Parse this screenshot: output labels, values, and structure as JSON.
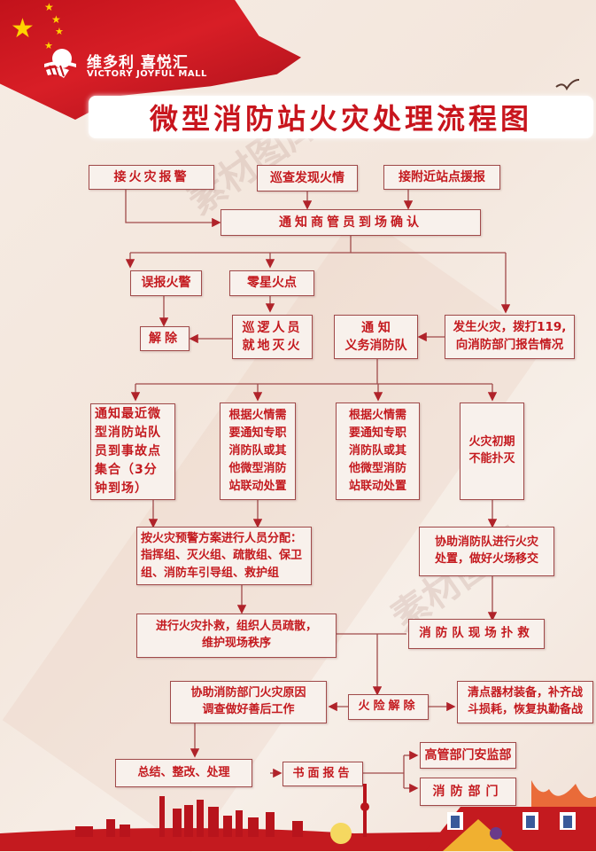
{
  "brand": {
    "name_cn": "维多利 喜悦汇",
    "name_en": "VICTORY   JOYFUL MALL"
  },
  "title": "微型消防站火灾处理流程图",
  "watermark": "素材图库",
  "colors": {
    "accent_red": "#c41a1f",
    "line": "#a04a4a",
    "box_bg": "#f8f1ec",
    "flag_red": "#d81e26",
    "star_yellow": "#ffd200"
  },
  "flowchart": {
    "row1": {
      "receive_alarm": "接火灾报警",
      "patrol_find": "巡查发现火情",
      "nearby_report": "接附近站点援报"
    },
    "notify_manager": "通知商管员到场确认",
    "row3": {
      "false_alarm": "误报火警",
      "small_fire": "零星火点"
    },
    "dismiss": "解除",
    "patrol_extinguish": "巡逻人员\n就地灭火",
    "notify_volunteer": "通  知\n义务消防队",
    "call_119": "发生火灾，拨打119,\n向消防部门报告情况",
    "row5": {
      "notify_nearest": "通知最近微\n型消防站队\n员到事故点\n集合（3分\n钟到场）",
      "linkage_a": "根据火情需\n要通知专职\n消防队或其\n他微型消防\n站联动处置",
      "linkage_b": "根据火情需\n要通知专职\n消防队或其\n他微型消防\n站联动处置",
      "cannot_extinguish": "火灾初期\n不能扑灭"
    },
    "assign_personnel": "按火灾预警方案进行人员分配：\n指挥组、灭火组、疏散组、保卫\n组、消防车引导组、救护组",
    "assist_fire_team": "协助消防队进行火灾\n处置，做好火场移交",
    "firefight_evacuate": "进行火灾扑救，组织人员疏散，\n维护现场秩序",
    "fire_team_rescue": "消防队现场扑救",
    "assist_investigation": "协助消防部门火灾原因\n调查做好善后工作",
    "danger_cleared": "火险解除",
    "restock": "清点器材装备，补齐战\n斗损耗，恢复执勤备战",
    "summary": "总结、整改、处理",
    "written_report": "书面报告",
    "senior_safety_dept": "高管部门安监部",
    "fire_dept": "消防部门"
  }
}
